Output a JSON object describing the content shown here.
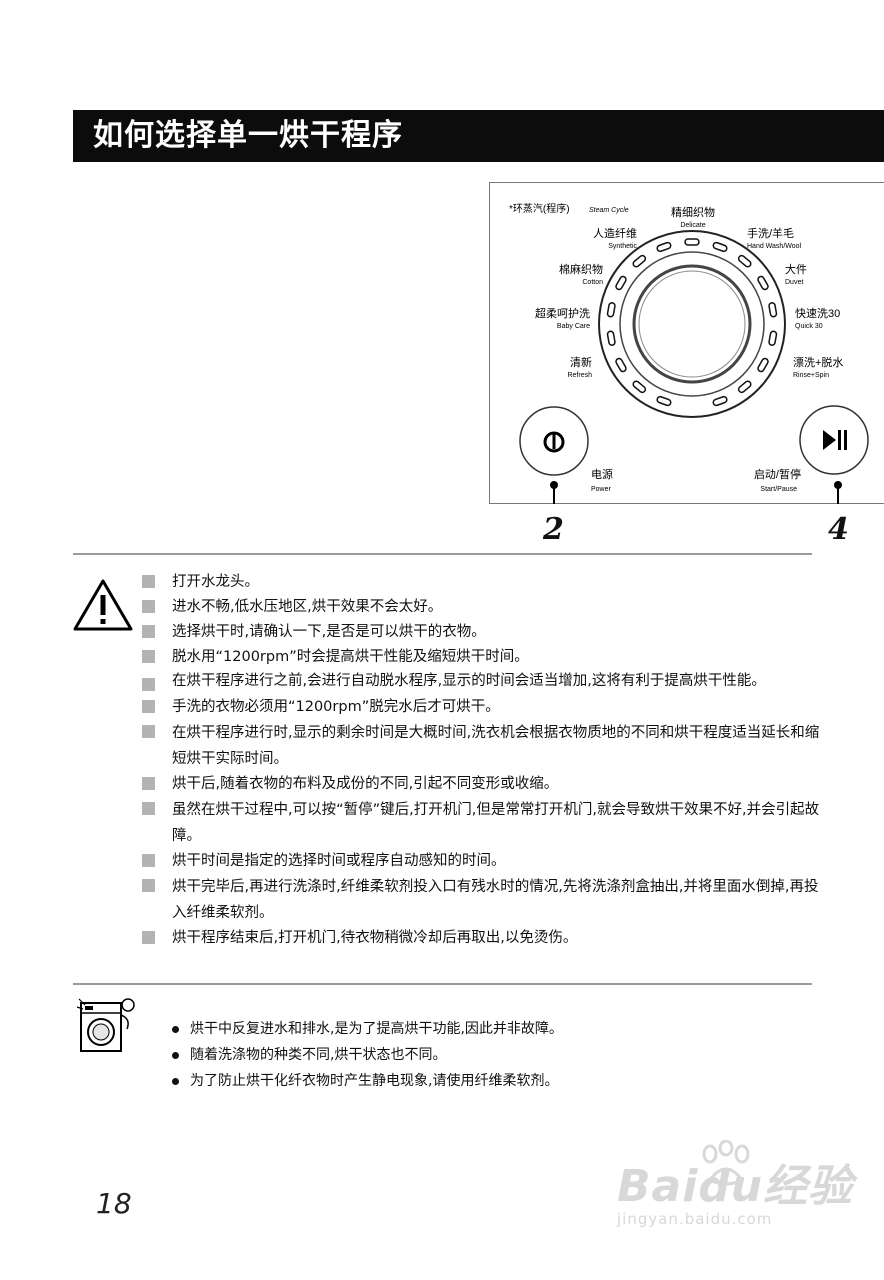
{
  "title": "如何选择单一烘干程序",
  "panel": {
    "steam_cycle_label": "*环蒸汽(程序)",
    "steam_cycle_label_en": "Steam Cycle",
    "programs": [
      {
        "zh": "精细织物",
        "en": "Delicate"
      },
      {
        "zh": "人造纤维",
        "en": "Synthetic"
      },
      {
        "zh": "手洗/羊毛",
        "en": "Hand Wash/Wool"
      },
      {
        "zh": "棉麻织物",
        "en": "Cotton"
      },
      {
        "zh": "大件",
        "en": "Duvet"
      },
      {
        "zh": "超柔呵护洗",
        "en": "Baby Care"
      },
      {
        "zh": "快速洗30",
        "en": "Quick 30"
      },
      {
        "zh": "清新",
        "en": "Refresh"
      },
      {
        "zh": "漂洗+脱水",
        "en": "Rinse+Spin"
      }
    ],
    "power_label": "电源",
    "power_label_en": "Power",
    "start_label": "启动/暂停",
    "start_label_en": "Start/Pause",
    "callout_power": "2",
    "callout_start": "4",
    "power_icon": "power-icon",
    "start_icon": "play-pause-icon"
  },
  "cautions": [
    "打开水龙头。",
    "进水不畅,低水压地区,烘干效果不会太好。",
    "选择烘干时,请确认一下,是否是可以烘干的衣物。",
    "脱水用“1200rpm”时会提高烘干性能及缩短烘干时间。",
    "在烘干程序进行之前,会进行自动脱水程序,显示的时间会适当增加,这将有利于提高烘干性能。",
    "手洗的衣物必须用“1200rpm”脱完水后才可烘干。",
    "在烘干程序进行时,显示的剩余时间是大概时间,洗衣机会根据衣物质地的不同和烘干程度适当延长和缩短烘干实际时间。",
    "烘干后,随着衣物的布料及成份的不同,引起不同变形或收缩。",
    "虽然在烘干过程中,可以按“暂停”键后,打开机门,但是常常打开机门,就会导致烘干效果不好,并会引起故障。",
    "烘干时间是指定的选择时间或程序自动感知的时间。",
    "烘干完毕后,再进行洗涤时,纤维柔软剂投入口有残水时的情况,先将洗涤剂盒抽出,并将里面水倒掉,再投入纤维柔软剂。",
    "烘干程序结束后,打开机门,待衣物稍微冷却后再取出,以免烫伤。"
  ],
  "notes": [
    "烘干中反复进水和排水,是为了提高烘干功能,因此并非故障。",
    "随着洗涤物的种类不同,烘干状态也不同。",
    "为了防止烘干化纤衣物时产生静电现象,请使用纤维柔软剂。"
  ],
  "page_number": "18",
  "watermark": {
    "logo": "Baidu经验",
    "url": "jingyan.baidu.com"
  },
  "icons": {
    "warning": "warning-icon",
    "washer": "washer-icon"
  }
}
